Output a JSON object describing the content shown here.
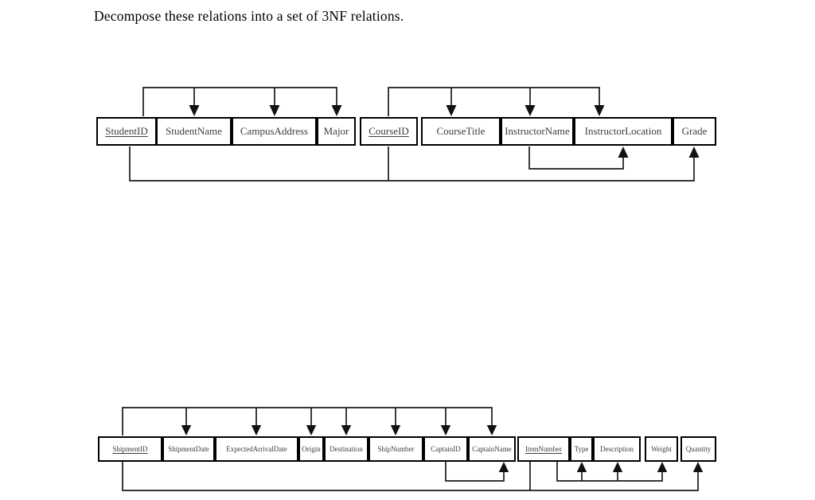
{
  "title": "Decompose these relations into a set of 3NF relations.",
  "diagram_type": "functional-dependency-diagrams",
  "colors": {
    "background": "#ffffff",
    "line": "#1a1a1a",
    "border": "#000000",
    "text": "#3d3d3d",
    "title_text": "#000000"
  },
  "relation1": {
    "description": "student-course relation with functional dependencies",
    "attributes": [
      {
        "name": "StudentID",
        "key": true
      },
      {
        "name": "StudentName",
        "key": false
      },
      {
        "name": "CampusAddress",
        "key": false
      },
      {
        "name": "Major",
        "key": false
      },
      {
        "name": "CourseID",
        "key": true
      },
      {
        "name": "CourseTitle",
        "key": false
      },
      {
        "name": "InstructorName",
        "key": false
      },
      {
        "name": "InstructorLocation",
        "key": false
      },
      {
        "name": "Grade",
        "key": false
      }
    ],
    "dependencies": [
      {
        "from": [
          "StudentID"
        ],
        "to": [
          "StudentName",
          "CampusAddress",
          "Major"
        ],
        "drawn": "above"
      },
      {
        "from": [
          "CourseID"
        ],
        "to": [
          "CourseTitle",
          "InstructorName",
          "InstructorLocation"
        ],
        "drawn": "above"
      },
      {
        "from": [
          "InstructorName"
        ],
        "to": [
          "InstructorLocation"
        ],
        "drawn": "below"
      },
      {
        "from": [
          "StudentID",
          "CourseID"
        ],
        "to": [
          "Grade"
        ],
        "drawn": "below"
      }
    ]
  },
  "relation2": {
    "description": "shipment relation with functional dependencies",
    "attributes": [
      {
        "name": "ShipmentID",
        "key": true
      },
      {
        "name": "ShipmentDate",
        "key": false
      },
      {
        "name": "ExpectedArrivalDate",
        "key": false
      },
      {
        "name": "Origin",
        "key": false
      },
      {
        "name": "Destination",
        "key": false
      },
      {
        "name": "ShipNumber",
        "key": false
      },
      {
        "name": "CaptainID",
        "key": false
      },
      {
        "name": "CaptainName",
        "key": false
      },
      {
        "name": "ItemNumber",
        "key": true
      },
      {
        "name": "Type",
        "key": false
      },
      {
        "name": "Description",
        "key": false
      },
      {
        "name": "Weight",
        "key": false
      },
      {
        "name": "Quantity",
        "key": false
      }
    ],
    "dependencies": [
      {
        "from": [
          "ShipmentID"
        ],
        "to": [
          "ShipmentDate",
          "ExpectedArrivalDate",
          "Origin",
          "Destination",
          "ShipNumber",
          "CaptainID",
          "CaptainName"
        ],
        "drawn": "above"
      },
      {
        "from": [
          "CaptainID"
        ],
        "to": [
          "CaptainName"
        ],
        "drawn": "below"
      },
      {
        "from": [
          "ItemNumber"
        ],
        "to": [
          "Type",
          "Description",
          "Weight"
        ],
        "drawn": "below"
      },
      {
        "from": [
          "ShipmentID",
          "ItemNumber"
        ],
        "to": [
          "Quantity"
        ],
        "drawn": "below"
      }
    ]
  }
}
